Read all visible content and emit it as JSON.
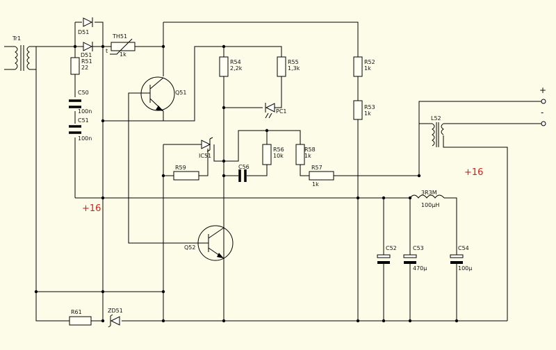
{
  "components": {
    "tr1": "Tr1",
    "d51a": "D51",
    "d51b": "D51",
    "th51": {
      "ref": "TH51",
      "value": "1k",
      "mark": "t"
    },
    "r51": {
      "ref": "R51",
      "value": "22"
    },
    "c50": {
      "ref": "C50",
      "value": "100n"
    },
    "c51": {
      "ref": "C51",
      "value": "100n"
    },
    "q51": "Q51",
    "r54": {
      "ref": "R54",
      "value": "2,2k"
    },
    "r55": {
      "ref": "R55",
      "value": "1,3k"
    },
    "pc1": "PC1",
    "r52": {
      "ref": "R52",
      "value": "1k"
    },
    "r53": {
      "ref": "R53",
      "value": "1k"
    },
    "ic51": "IC51",
    "r56": {
      "ref": "R56",
      "value": "10k"
    },
    "r58": {
      "ref": "R58",
      "value": "1k"
    },
    "r59": "R59",
    "c56": "C56",
    "r57": {
      "ref": "R57",
      "value": "1k"
    },
    "l52": "L52",
    "l3r3m": {
      "ref": "3R3M",
      "value": "100µH"
    },
    "q52": "Q52",
    "c52": "C52",
    "c53": {
      "ref": "C53",
      "value": "470µ"
    },
    "c54": {
      "ref": "C54",
      "value": "100µ"
    },
    "r61": "R61",
    "zd51": "ZD51"
  },
  "rail_labels": {
    "left": "+16",
    "right": "+16"
  },
  "terminals": {
    "plus": "+",
    "minus": "-"
  }
}
